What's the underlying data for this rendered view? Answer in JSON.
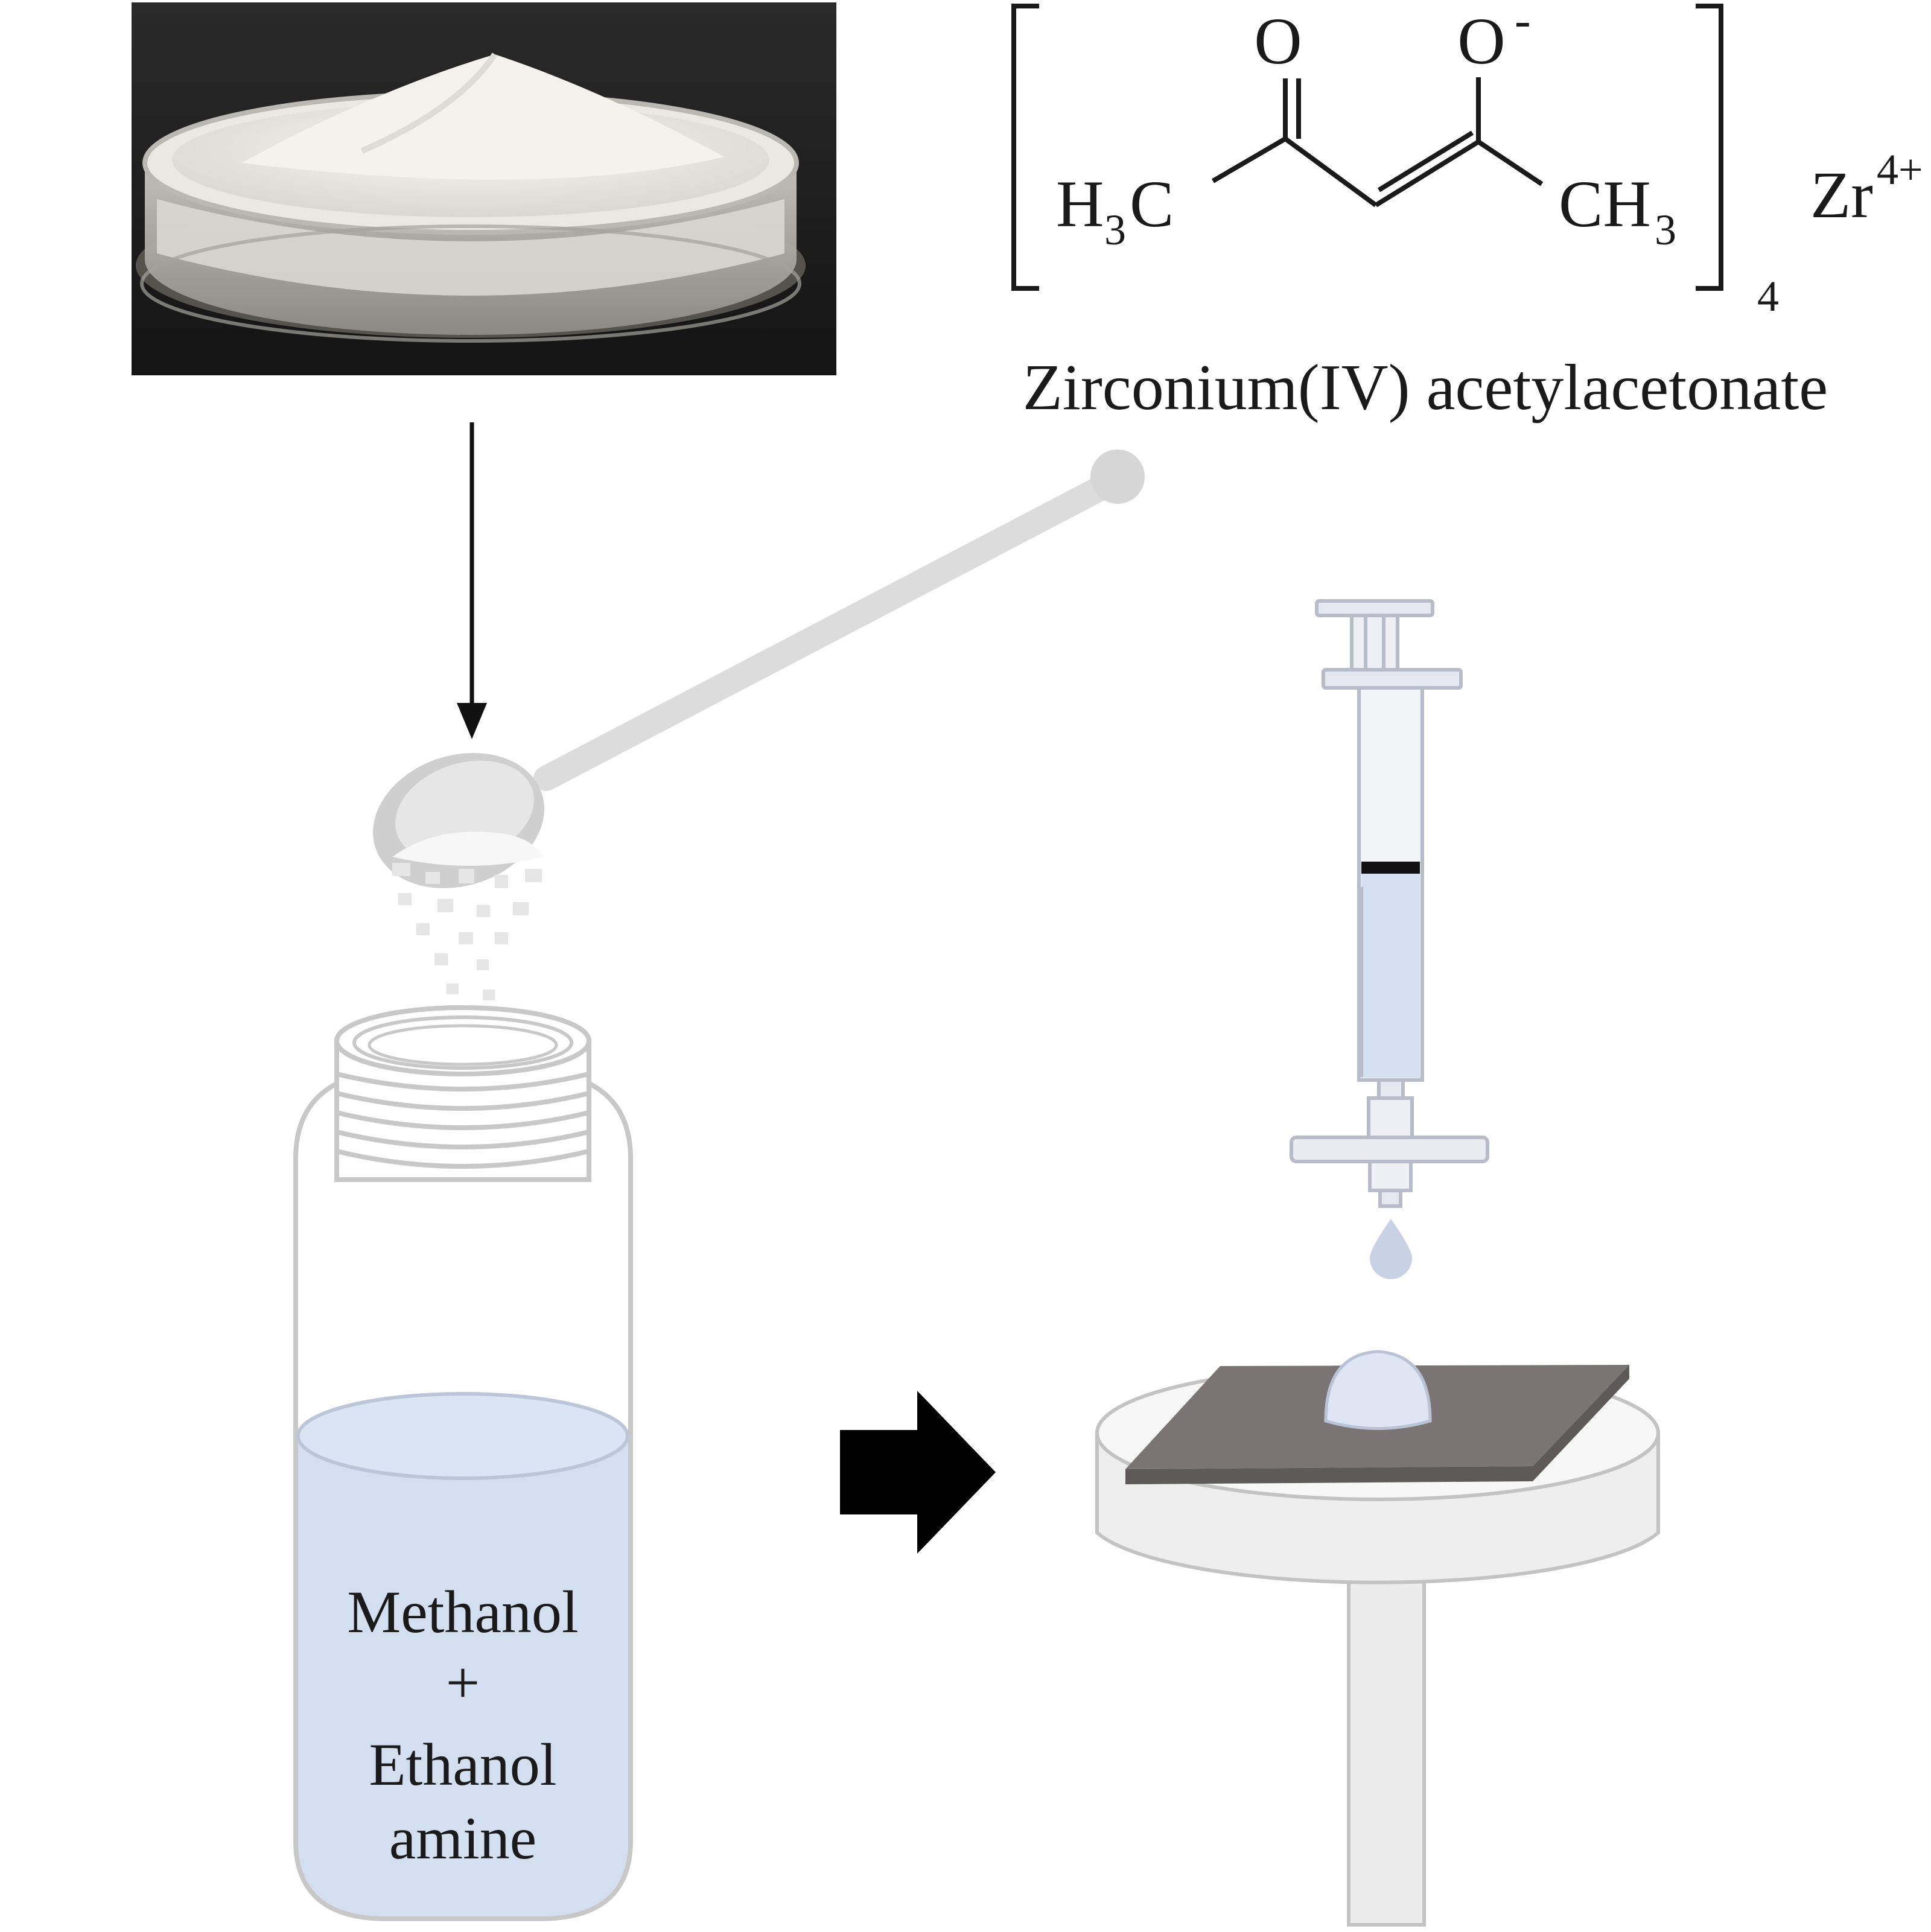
{
  "structure": {
    "oxygen_left": "O",
    "oxygen_right": "O",
    "oxygen_right_charge": "-",
    "methyl_left": "H",
    "methyl_left_sub": "3",
    "methyl_left_c": "C",
    "methyl_right": "CH",
    "methyl_right_sub": "3",
    "bracket_subscript": "4",
    "metal": "Zr",
    "metal_charge": "4+"
  },
  "compound_name": "Zirconium(IV) acetylacetonate",
  "solution_label": {
    "line1": "Methanol",
    "line2": "+",
    "line3": "Ethanol",
    "line4": "amine"
  },
  "colors": {
    "liquid": "#d3deef",
    "substrate": "#7a7574",
    "outline": "#bdbdbd",
    "arrow": "#000000",
    "photo_bg": "#1c1c1c"
  }
}
